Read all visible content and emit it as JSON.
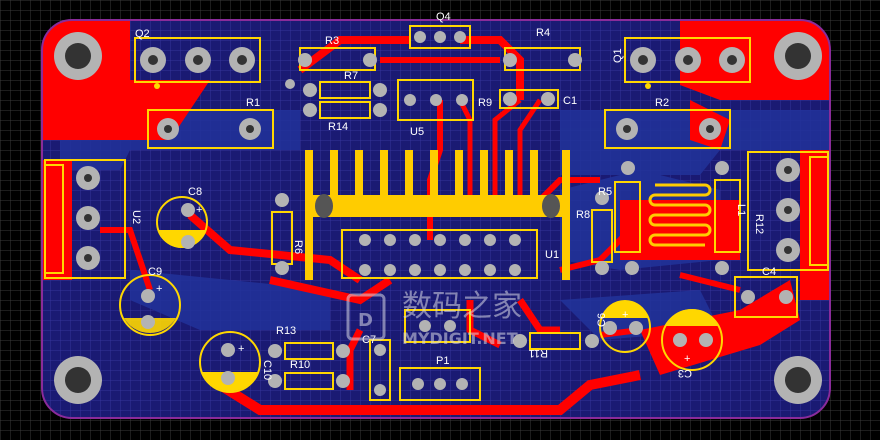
{
  "board": {
    "colors": {
      "background": "#000000",
      "grid": "#3a3a3a",
      "board_fill": "#1a1a73",
      "outline": "#8a2b9a",
      "top_copper": "#ff0000",
      "bottom_copper": "#1f2a8a",
      "silkscreen": "#ffd700",
      "pad": "#b3b3b3",
      "hole": "#2b2b2b",
      "heatsink": "#ffcc00"
    },
    "designators": {
      "Q4": "Q4",
      "Q2": "Q2",
      "R3": "R3",
      "R4": "R4",
      "Q1": "Q1",
      "R7": "R7",
      "R14": "R14",
      "R1": "R1",
      "R9": "R9",
      "C1": "C1",
      "R2": "R2",
      "U5": "U5",
      "C8": "C8",
      "U2": "U2",
      "R6": "R6",
      "R5": "R5",
      "R8": "R8",
      "L1": "L1",
      "R12": "R12",
      "U1": "U1",
      "C9": "C9",
      "C4": "C4",
      "R13": "R13",
      "C6": "C6",
      "C10": "C10",
      "P1": "P1",
      "R11": "R11",
      "R10": "R10",
      "C3": "C3",
      "C7": "C7"
    },
    "polarity_mark": "+",
    "watermark": {
      "chinese": "数码之家",
      "latin": "MYDIGIT.NET"
    }
  }
}
